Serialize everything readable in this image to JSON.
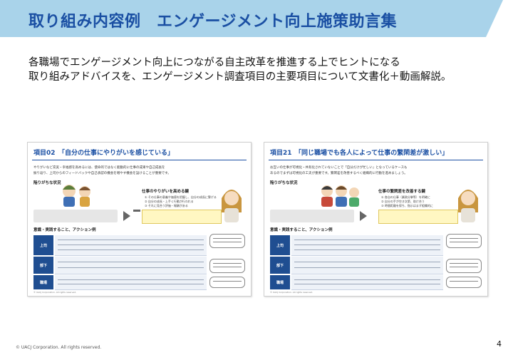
{
  "header": {
    "title": "取り組み内容例　エンゲージメント向上施策助言集",
    "band_color": "#a9d3ea"
  },
  "intro": {
    "line1": "各職場でエンゲージメント向上につながる自主改革を推進する上でヒントになる",
    "line2": "取り組みアドバイスを、エンゲージメント調査項目の主要項目について文書化＋動画解説。"
  },
  "documents": [
    {
      "title": "項目02　「自分の仕事にやりがいを感じている」",
      "intro1": "やりがいなど充実・幸福感を高めるには、使命的ではなく能動的に仕事の成果や自己成長を",
      "intro2": "振り返り、上司からのフィードバックや自己承認の機会を増やす機会を設けることが重要です。",
      "problem_heading": "陥りがちな状況",
      "key_heading": "仕事のやりがいを高める鍵",
      "key_items": [
        "① その仕事の意義や価値を把握し、自分の成長に繋げる",
        "② 自分の成長・上手く行動が行われる",
        "③ それに見合う評価・報酬がある"
      ],
      "action_heading": "意識・実践すること、アクション例",
      "rows": [
        "上司",
        "部下",
        "職場"
      ],
      "copyright": "© UACJ Corporation. All rights reserved."
    },
    {
      "title": "項目21　「同じ職場でも各人によって仕事の繁閑差が激しい」",
      "intro1": "お互いの仕事が可視化・共有化されていないことで「自分だけが忙しい」となっているケースも",
      "intro2": "あるのでまずは可視化の工夫が重要です。繁閑差を改善するべく組織的に行動を進めましょう。",
      "problem_heading": "陥りがちな状況",
      "key_heading": "仕事の繁閑差を改善する鍵",
      "key_items": [
        "① 各自の仕事（業務分掌等）を明確に",
        "② 自分の手が空き次第、助け合う",
        "③ 時間距離を保ち、指示はまず組織的に"
      ],
      "action_heading": "意識・実践すること、アクション例",
      "rows": [
        "上司",
        "部下",
        "職場"
      ],
      "copyright": "© UACJ Corporation. All rights reserved."
    }
  ],
  "footer": {
    "copyright": "© UACJ Corporation. All rights reserved.",
    "page": "4"
  }
}
